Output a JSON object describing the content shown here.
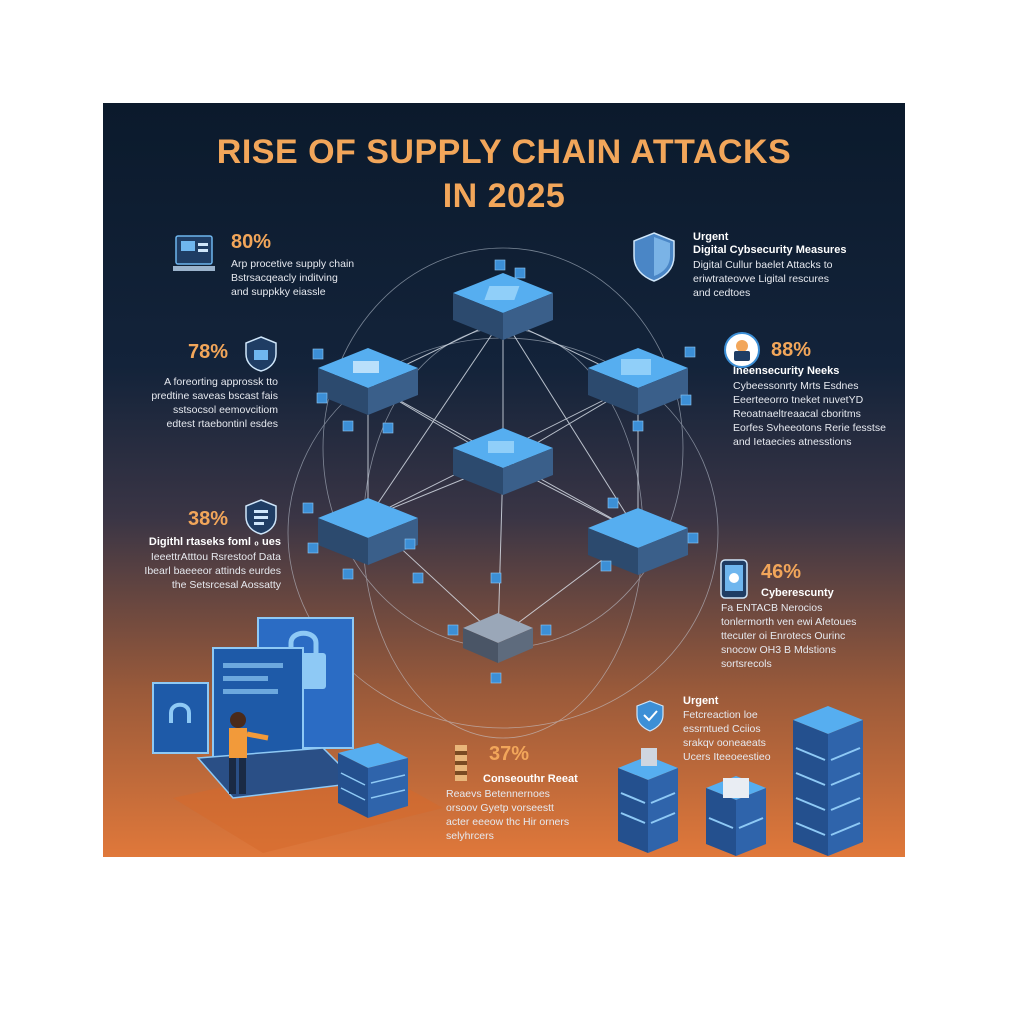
{
  "title": {
    "line1": "RISE OF SUPPLY CHAIN ATTACKS",
    "line2": "IN 2025"
  },
  "blocks": {
    "b80": {
      "value": "80%",
      "lines": [
        "Ar‍p proceti‍ve s‍upply chain",
        "Bstrsacqeacly indi‍tving",
        "and suppkky eiassle"
      ]
    },
    "b78": {
      "value": "78%",
      "lines": [
        "A foreorting approssk tt‍o",
        "predtine saveas bscast fais",
        "sstsocsol eemovcitiom",
        "edtest rtaebontinl esdes"
      ]
    },
    "b38": {
      "value": "38%",
      "heading": "Digithl rtaseks foml ₀ ues",
      "lines": [
        "Ieeettr‍Att‍t‍ou R‍srestoof Data",
        "Ibearl baeeeor attinds eurdes",
        "the Setsrcesal Aossatty"
      ]
    },
    "burgent": {
      "heading1": "Urgent",
      "heading2": "Digital Cybsecurity Measures",
      "lines": [
        "Digital Cullur baelet Attacks to",
        "eriwtrateovve Ligital rescures",
        "and cedtoes"
      ]
    },
    "b88": {
      "value": "88%",
      "heading": "Ineensecurity Neeks",
      "lines": [
        "Cybeessonrty Mrts Esdnes",
        "Eeerteeorro tneket nuvetYD",
        "Reoatnaeltreaacal cboritms",
        "Eorfes Svheeotons Rerie fesstse",
        "and Ietaecies atnesstions"
      ]
    },
    "b46": {
      "value": "46%",
      "heading": "Cyberescunty",
      "lines": [
        "Fa ENTAC‍B Nerocios",
        "tonlermorth ven ewi Afetoues",
        "ttecuter oi Enrotecs Ourinc",
        "snocow OH3 B ‍Mdstions",
        "sortsrecols"
      ]
    },
    "b37": {
      "value": "37%",
      "heading": "Conseouth‍r Reeat",
      "lines": [
        "Reaevs Betennernoes",
        "orsoov Gyet‍p vorseestt",
        "acter eeeow thc Hi‍r orners",
        "selyhrcers"
      ]
    },
    "burgent2": {
      "heading": "Urgent",
      "lines": [
        "Fetcreaction loe",
        "essrntued Cciios",
        "srakqv ooneaeats",
        "Ucers Iteeoeestieo"
      ]
    }
  },
  "colors": {
    "accent": "#f2a65a",
    "node": "#3c8fd6",
    "node_top": "#56aef0",
    "server": "#2b6cc4"
  },
  "icons": [
    "laptop-chart-icon",
    "shield-icon",
    "shield-lock-icon",
    "document-shield-icon",
    "user-lock-icon",
    "mobile-security-icon",
    "barrier-icon",
    "shield-check-icon",
    "network-cube-icon",
    "lock-screen-icon",
    "person-icon",
    "server-rack-icon"
  ]
}
